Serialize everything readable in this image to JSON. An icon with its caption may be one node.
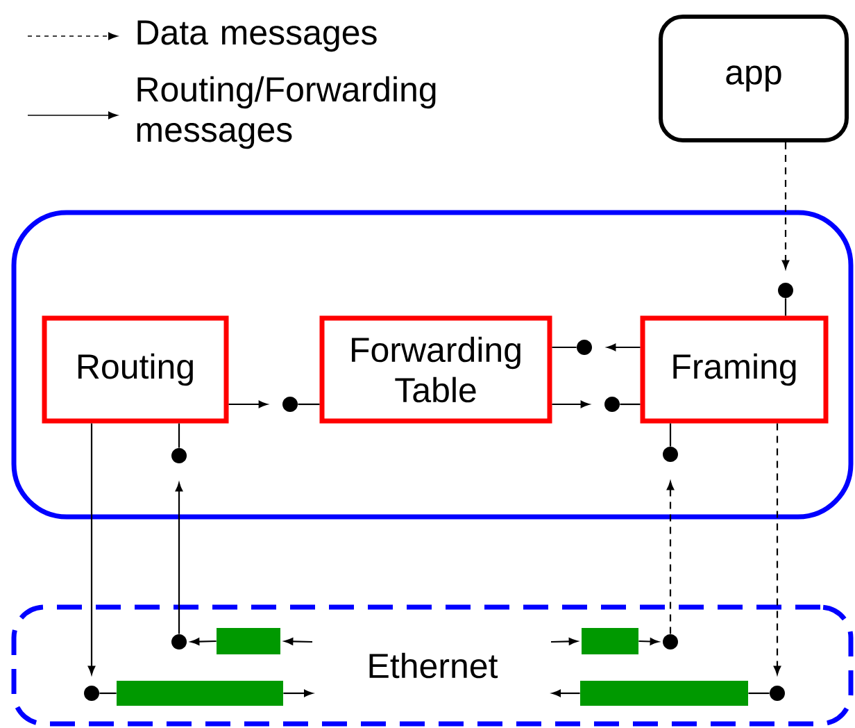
{
  "diagram": {
    "nodes": [
      {
        "text": [
          "app"
        ]
      },
      {
        "text": [],
        "shape": "box"
      },
      {
        "text": [
          "Routing"
        ],
        "in": 1
      },
      {
        "text": [
          "Forwarding Table"
        ],
        "in": 1
      },
      {
        "text": [
          "Framing"
        ],
        "in": 1
      },
      {
        "text": [
          "Ethernet"
        ]
      },
      {
        "text": [],
        "shape": "circle",
        "in": 1
      },
      {
        "text": [],
        "shape": "circle",
        "in": 1
      },
      {
        "text": [],
        "shape": "circle",
        "in": 1
      },
      {
        "text": [],
        "shape": "circle",
        "in": 1
      },
      {
        "text": [],
        "shape": "circle",
        "in": 1
      },
      {
        "text": [],
        "shape": "circle",
        "in": 1
      },
      {
        "text": [],
        "shape": "circle",
        "in": 5
      },
      {
        "text": [],
        "shape": "bar",
        "in": 5
      },
      {
        "text": [],
        "shape": "circle",
        "in": 5
      },
      {
        "text": [],
        "shape": "bar",
        "in": 5
      },
      {
        "text": [],
        "shape": "bar",
        "in": 5
      },
      {
        "text": [],
        "shape": "circle",
        "in": 5
      },
      {
        "text": [],
        "shape": "bar",
        "in": 5
      },
      {
        "text": [],
        "shape": "circle",
        "in": 5
      }
    ],
    "edges": [
      {
        "from": 0,
        "to": 6,
        "arrow": "to",
        "style": "dashed"
      },
      {
        "from": 6,
        "to": 4,
        "arrow": "none"
      },
      {
        "from": 2,
        "to": 7,
        "arrow": "to"
      },
      {
        "from": 7,
        "to": 3,
        "arrow": "none"
      },
      {
        "from": 3,
        "to": 8,
        "arrow": "none"
      },
      {
        "from": 4,
        "to": 8,
        "arrow": "to"
      },
      {
        "from": 3,
        "to": 9,
        "arrow": "to"
      },
      {
        "from": 9,
        "to": 4,
        "arrow": "none"
      },
      {
        "from": 10,
        "to": 2,
        "arrow": "none"
      },
      {
        "from": 11,
        "to": 4,
        "arrow": "none"
      },
      {
        "from": 2,
        "to": 14,
        "arrow": "to"
      },
      {
        "from": 4,
        "to": 19,
        "arrow": "to",
        "style": "dashed"
      },
      {
        "from": 12,
        "to": 10,
        "arrow": "to"
      },
      {
        "from": 17,
        "to": 11,
        "arrow": "to",
        "style": "dashed"
      },
      {
        "from": 13,
        "to": 12,
        "arrow": "to"
      },
      {
        "from": null,
        "to": 13,
        "arrow": "to"
      },
      {
        "from": 14,
        "to": 15,
        "arrow": "none"
      },
      {
        "from": 15,
        "to": null,
        "arrow": "to"
      },
      {
        "from": null,
        "to": 16,
        "arrow": "to"
      },
      {
        "from": 16,
        "to": 17,
        "arrow": "to"
      },
      {
        "from": 19,
        "to": 18,
        "arrow": "none"
      },
      {
        "from": 18,
        "to": null,
        "arrow": "to"
      }
    ],
    "legend": [
      {
        "text": "Data messages"
      },
      {
        "text": "Routing/Forwarding messages"
      }
    ]
  }
}
